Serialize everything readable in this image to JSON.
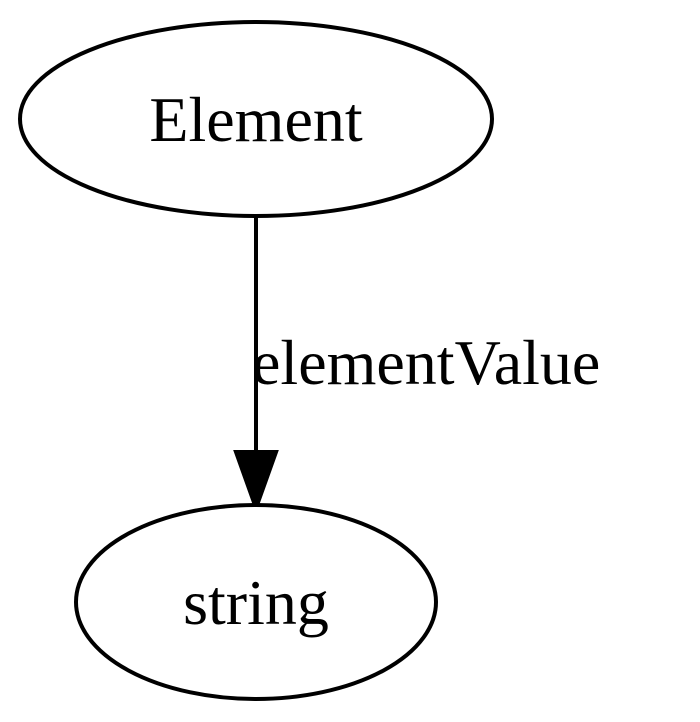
{
  "graph": {
    "nodes": [
      {
        "id": "element",
        "label": "Element"
      },
      {
        "id": "string",
        "label": "string"
      }
    ],
    "edges": [
      {
        "from": "element",
        "to": "string",
        "label": "elementValue"
      }
    ]
  },
  "colors": {
    "background": "#ffffff",
    "stroke": "#000000",
    "text": "#000000"
  }
}
